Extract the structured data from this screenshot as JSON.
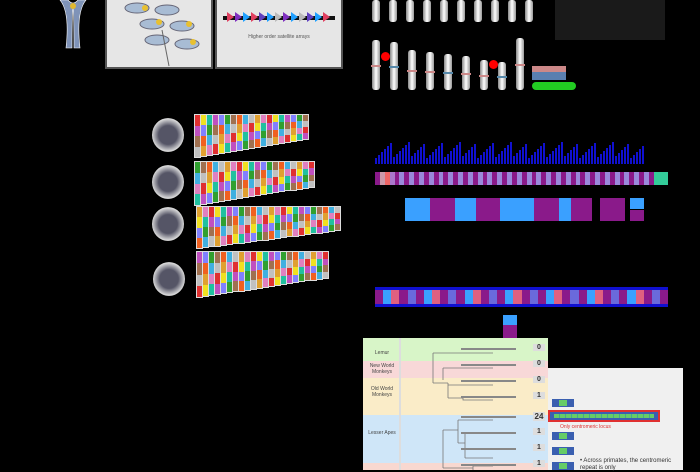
{
  "panel_a": {
    "array_label": "Higher order satellite arrays"
  },
  "tree": {
    "clades": [
      "Lemur",
      "New World Monkeys",
      "Old World Monkeys",
      "Lesser Apes"
    ],
    "counts": [
      "0",
      "0",
      "0",
      "1",
      "24",
      "1",
      "1",
      "1"
    ]
  },
  "callout": {
    "highlight_label": "Only centromeric locus",
    "note": "• Across primates, the centromeric repeat is only"
  },
  "colors": {
    "logo_blue": "#1010d0",
    "purple": "#8a1a8a",
    "sky": "#3aa0ff",
    "highlight": "#e03030"
  }
}
